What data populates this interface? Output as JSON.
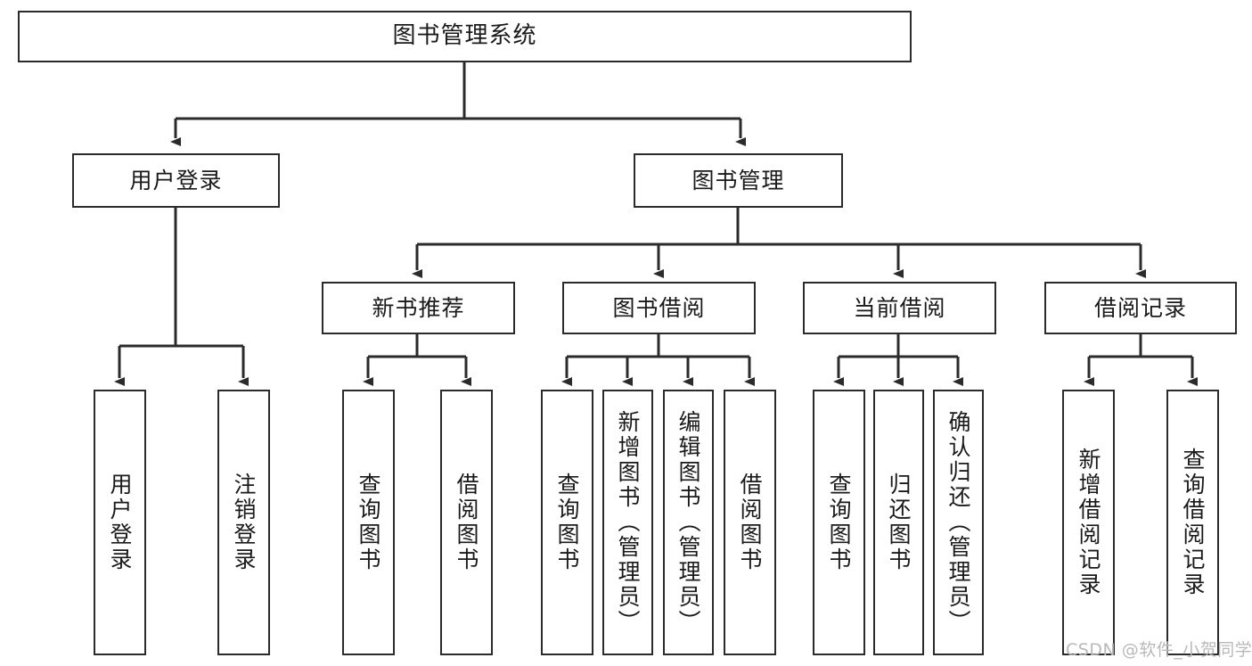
{
  "diagram": {
    "type": "tree-hierarchy",
    "title_node": {
      "label": "图书管理系统"
    },
    "level2": [
      {
        "label": "用户登录"
      },
      {
        "label": "图书管理"
      }
    ],
    "level3": [
      {
        "label": "新书推荐"
      },
      {
        "label": "图书借阅"
      },
      {
        "label": "当前借阅"
      },
      {
        "label": "借阅记录"
      }
    ],
    "leaves": [
      {
        "label": "用户登录"
      },
      {
        "label": "注销登录"
      },
      {
        "label": "查询图书"
      },
      {
        "label": "借阅图书"
      },
      {
        "label": "查询图书"
      },
      {
        "label": "新增图书（管理员）"
      },
      {
        "label": "编辑图书（管理员）"
      },
      {
        "label": "借阅图书"
      },
      {
        "label": "查询图书"
      },
      {
        "label": "归还图书"
      },
      {
        "label": "确认归还（管理员）"
      },
      {
        "label": "新增借阅记录"
      },
      {
        "label": "查询借阅记录"
      }
    ]
  },
  "watermark": {
    "text": "CSDN @软件_小贺同学"
  },
  "colors": {
    "box_border": "#2b2b2b",
    "box_fill": "#ffffff",
    "connector": "#2b2b2b",
    "text": "#1a1a1a",
    "watermark": "#b9b9b9",
    "background": "#ffffff"
  }
}
